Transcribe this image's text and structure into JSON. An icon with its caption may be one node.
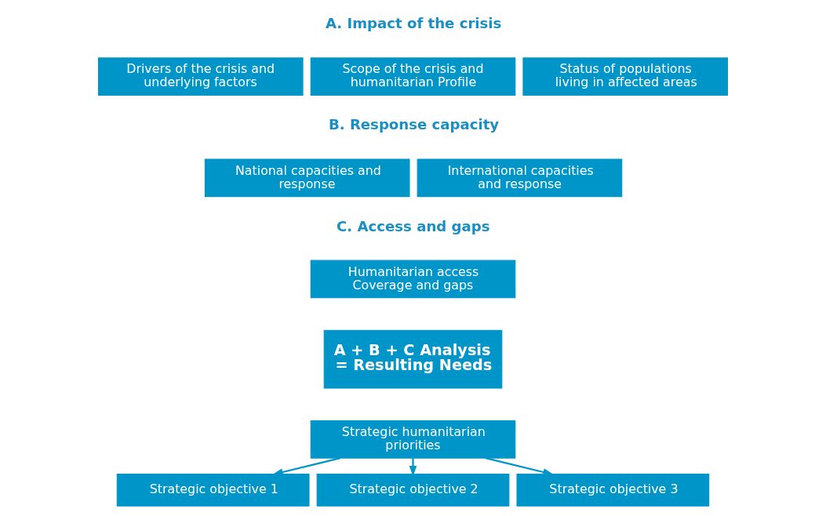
{
  "diagram": {
    "nodes": [
      {
        "text": [
          "Drivers of the crisis and underlying factors"
        ]
      },
      {
        "text": [
          "Scope of the crisis and humanitarian Profile"
        ]
      },
      {
        "text": [
          "Status of populations living in affected areas"
        ]
      },
      {
        "text": [
          "National capacities and response"
        ]
      },
      {
        "text": [
          "International capacities and response"
        ]
      },
      {
        "text": [
          "Humanitarian access Coverage and gaps"
        ]
      },
      {
        "text": [
          "A + B + C Analysis = Resulting Needs"
        ]
      },
      {
        "text": [
          "Strategic humanitarian priorities"
        ]
      },
      {
        "text": [
          "Strategic objective 1"
        ]
      },
      {
        "text": [
          "Strategic objective 2"
        ]
      },
      {
        "text": [
          "Strategic objective 3"
        ]
      }
    ],
    "edges": [
      {
        "from": 7,
        "to": 8,
        "arrow": "to"
      },
      {
        "from": 7,
        "to": 9,
        "arrow": "to"
      },
      {
        "from": 7,
        "to": 10,
        "arrow": "to"
      }
    ],
    "labels": [
      "A. Impact of the crisis",
      "B. Response capacity",
      "C. Access and gaps"
    ]
  }
}
